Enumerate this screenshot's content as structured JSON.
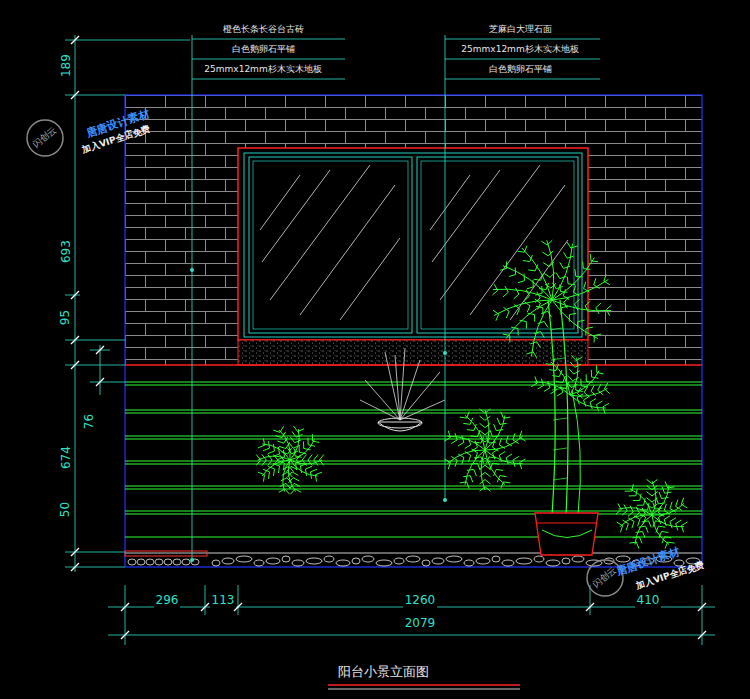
{
  "diagram": {
    "title": "阳台小景立面图",
    "labels": [
      "橙色长条长谷台古砖",
      "白色鹅卵石平铺",
      "25mmx12mm杉木实木地板",
      "芝麻白大理石面",
      "25mmx12mm杉木实木地板",
      "白色鹅卵石平铺",
      "189",
      "693",
      "95",
      "76",
      "674",
      "50",
      "296",
      "113",
      "1260",
      "410",
      "2079",
      "唐唐设计素材",
      "加入VIP全店免费",
      "闪创云",
      "唐唐设计素材",
      "加入VIP全店免费",
      "闪创云"
    ]
  }
}
